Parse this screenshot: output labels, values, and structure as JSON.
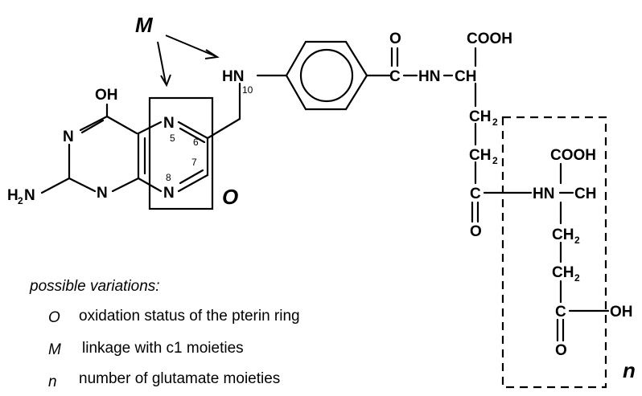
{
  "labels": {
    "M": "M",
    "O": "O",
    "n": "n"
  },
  "atoms": {
    "OH_top": "OH",
    "N_left": "N",
    "N_bottom": "N",
    "H2N": "H",
    "H2N_sub": "2",
    "H2N_N": "N",
    "N5": "N",
    "N8": "N",
    "HN10": "HN",
    "O_amide": "O",
    "C_amide": "C",
    "HN_amide": "HN",
    "CH_alpha": "CH",
    "COOH_top": "COOH",
    "CH2_a": "CH",
    "CH2_b": "CH",
    "C_glu": "C",
    "O_glu": "O",
    "HN_glu2": "HN",
    "CH_glu2": "CH",
    "COOH_glu2": "COOH",
    "CH2_c": "CH",
    "CH2_d": "CH",
    "C_end": "C",
    "O_end": "O",
    "OH_end": "OH",
    "sub2": "2"
  },
  "locants": {
    "n5": "5",
    "n6": "6",
    "n7": "7",
    "n8": "8",
    "n10": "10"
  },
  "legend": {
    "title": "possible variations:",
    "items": [
      {
        "key": "O",
        "text": "oxidation status of the pterin ring"
      },
      {
        "key": "M",
        "text": "linkage with c1 moieties"
      },
      {
        "key": "n",
        "text": "number of glutamate moieties"
      }
    ]
  }
}
